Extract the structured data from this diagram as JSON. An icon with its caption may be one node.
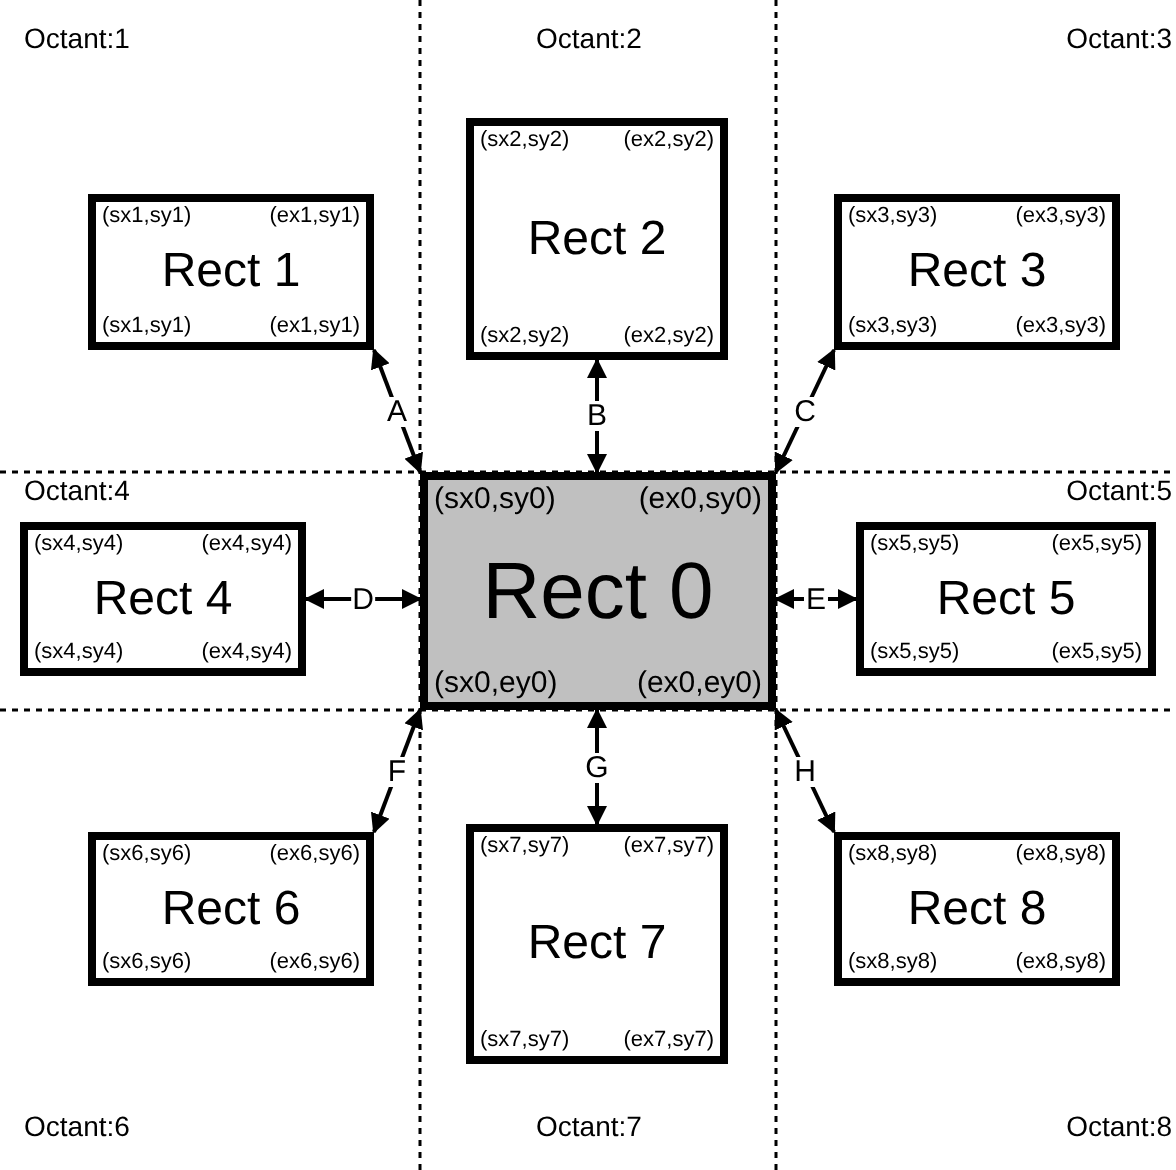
{
  "diagram": {
    "nodes": [
      {
        "text": [
          "(sx0,sy0)",
          "(ex0,sy0)",
          "Rect 0",
          "(sx0,ey0)",
          "(ex0,ey0)"
        ]
      },
      {
        "text": [
          "(sx1,sy1)",
          "(ex1,sy1)",
          "Rect 1",
          "(sx1,sy1)",
          "(ex1,sy1)"
        ]
      },
      {
        "text": [
          "(sx2,sy2)",
          "(ex2,sy2)",
          "Rect 2",
          "(sx2,sy2)",
          "(ex2,sy2)"
        ]
      },
      {
        "text": [
          "(sx3,sy3)",
          "(ex3,sy3)",
          "Rect 3",
          "(sx3,sy3)",
          "(ex3,sy3)"
        ]
      },
      {
        "text": [
          "(sx4,sy4)",
          "(ex4,sy4)",
          "Rect 4",
          "(sx4,sy4)",
          "(ex4,sy4)"
        ]
      },
      {
        "text": [
          "(sx5,sy5)",
          "(ex5,sy5)",
          "Rect 5",
          "(sx5,sy5)",
          "(ex5,sy5)"
        ]
      },
      {
        "text": [
          "(sx6,sy6)",
          "(ex6,sy6)",
          "Rect 6",
          "(sx6,sy6)",
          "(ex6,sy6)"
        ]
      },
      {
        "text": [
          "(sx7,sy7)",
          "(ex7,sy7)",
          "Rect 7",
          "(sx7,sy7)",
          "(ex7,sy7)"
        ]
      },
      {
        "text": [
          "(sx8,sy8)",
          "(ex8,sy8)",
          "Rect 8",
          "(sx8,sy8)",
          "(ex8,sy8)"
        ]
      }
    ],
    "edges": [
      {
        "from": 0,
        "to": 1,
        "arrow": "both",
        "label": "A"
      },
      {
        "from": 0,
        "to": 2,
        "arrow": "both",
        "label": "B"
      },
      {
        "from": 0,
        "to": 3,
        "arrow": "both",
        "label": "C"
      },
      {
        "from": 0,
        "to": 4,
        "arrow": "both",
        "label": "D"
      },
      {
        "from": 0,
        "to": 5,
        "arrow": "both",
        "label": "E"
      },
      {
        "from": 0,
        "to": 6,
        "arrow": "both",
        "label": "F"
      },
      {
        "from": 0,
        "to": 7,
        "arrow": "both",
        "label": "G"
      },
      {
        "from": 0,
        "to": 8,
        "arrow": "both",
        "label": "H"
      }
    ],
    "labels": [
      "Octant:1",
      "Octant:2",
      "Octant:3",
      "Octant:4",
      "Octant:5",
      "Octant:6",
      "Octant:7",
      "Octant:8"
    ]
  }
}
